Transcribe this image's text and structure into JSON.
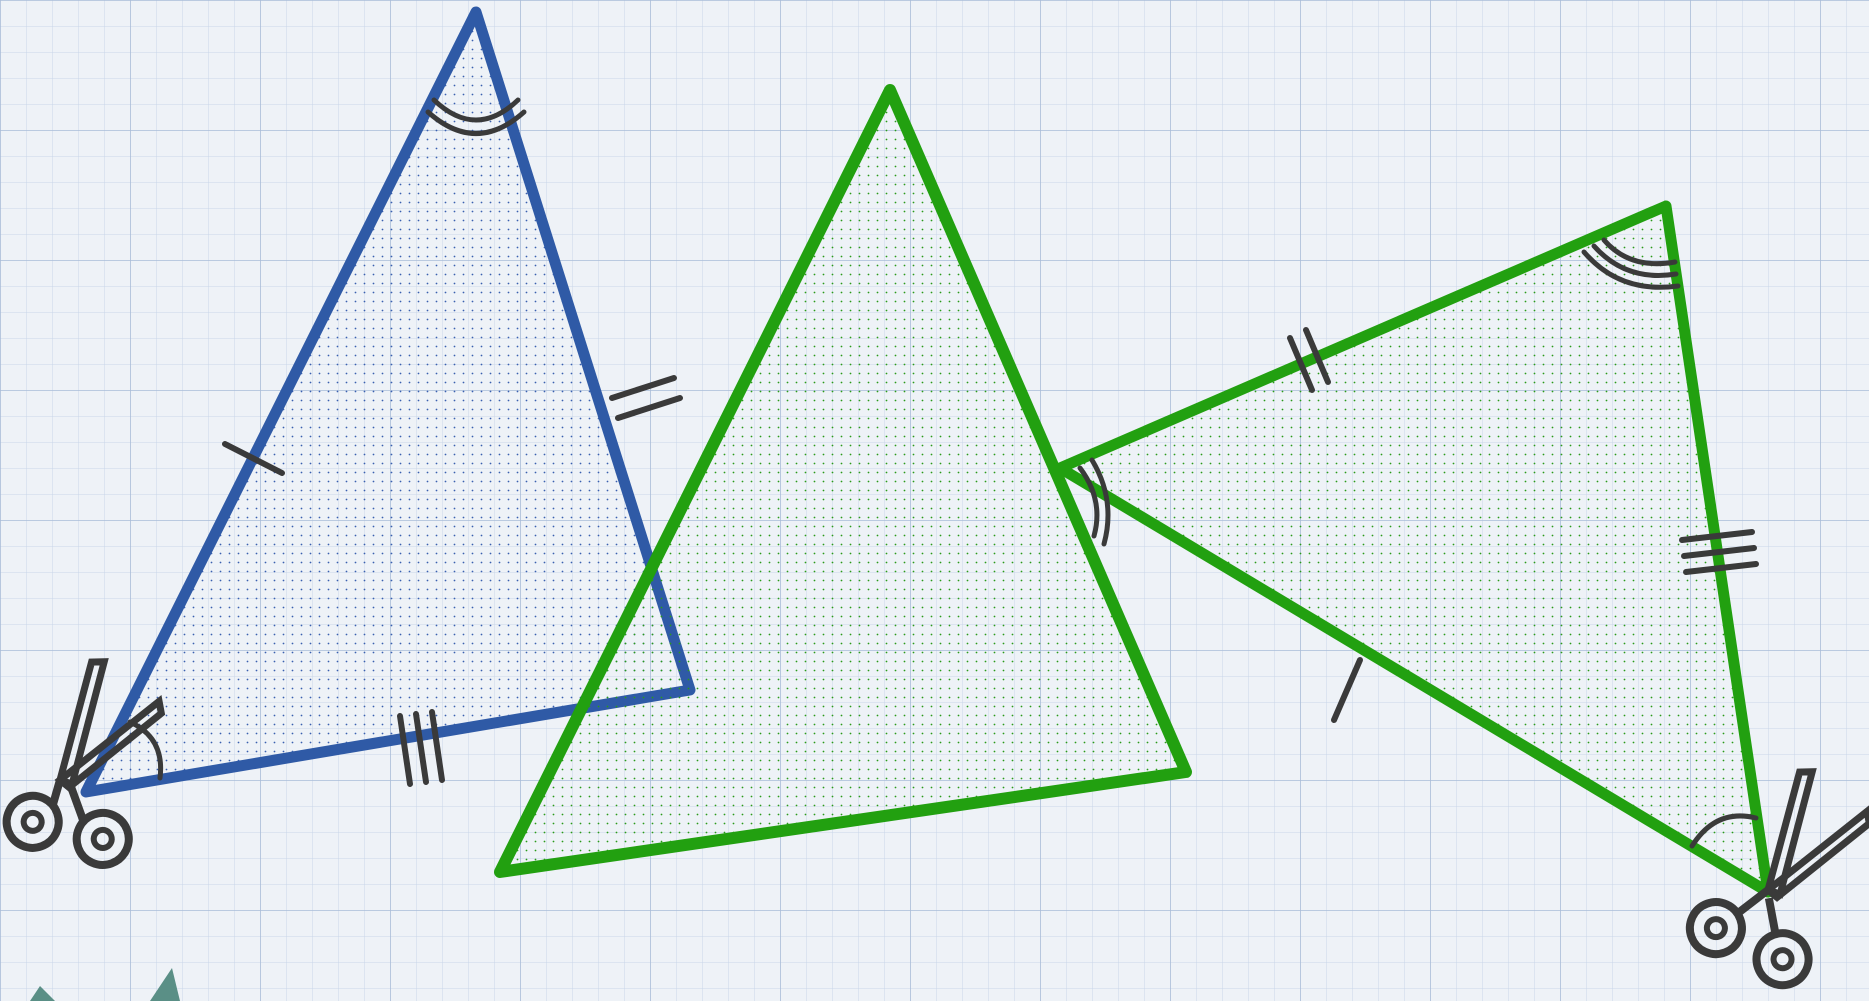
{
  "figure": {
    "paper": {
      "background": "#eef2f7",
      "minor_grid_color": "#c9d6e8",
      "major_grid_color": "#a9bcd8"
    },
    "colors": {
      "blue_triangle_stroke": "#2f5aa6",
      "green_triangle_stroke": "#22a010",
      "blue_dots": "#3a60b0",
      "green_dots": "#2a9a1a",
      "tick_marks": "#3a3a3a",
      "scissors": "#3a3a3a",
      "star_fragment": "#5a8f86"
    },
    "shapes": [
      {
        "id": "blue-triangle",
        "label": ""
      },
      {
        "id": "green-triangle-center",
        "label": ""
      },
      {
        "id": "green-triangle-right",
        "label": ""
      }
    ],
    "icons": [
      "scissors-icon",
      "scissors-icon",
      "star-icon"
    ]
  }
}
